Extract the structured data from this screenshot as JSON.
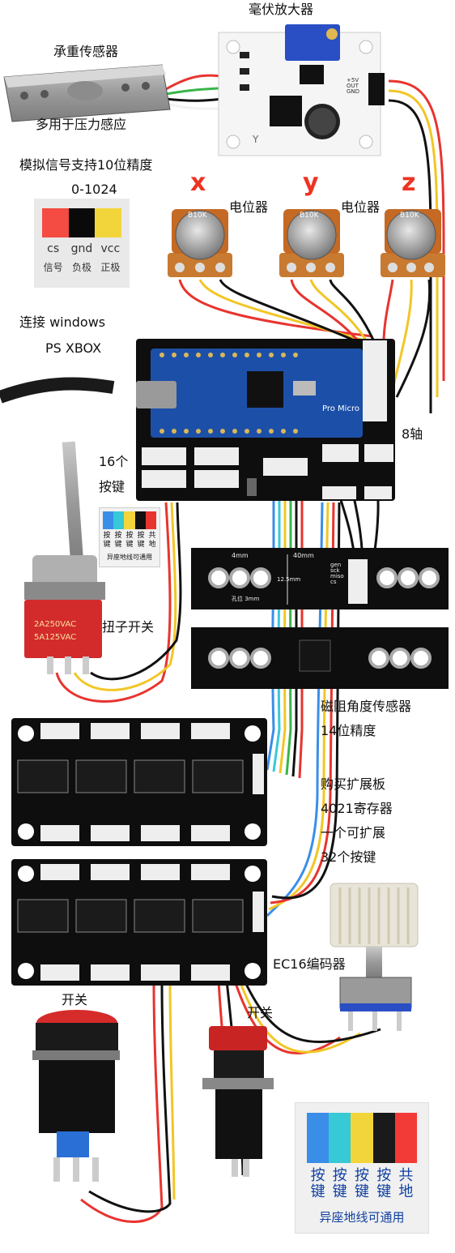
{
  "labels": {
    "amplifier": "毫伏放大器",
    "load_cell": "承重传感器",
    "pressure": "多用于压力感应",
    "analog": "模拟信号支持10位精度",
    "range": "0-1024",
    "pot1": "电位器",
    "pot2": "电位器",
    "axis_x": "x",
    "axis_y": "y",
    "axis_z": "z",
    "connect": "连接 windows",
    "platform": "PS XBOX",
    "keys16": "16个",
    "keys16b": "按键",
    "axis8": "8轴",
    "toggle": "扭子开关",
    "magnetic": "磁阻角度传感器",
    "precision14": "14位精度",
    "buy_ext": "购买扩展板",
    "reg4021": "4021寄存器",
    "one_ext": "一个可扩展",
    "keys32": "32个按键",
    "encoder": "EC16编码器",
    "switch1": "开关",
    "switch2": "开关",
    "pot_value": "B10K",
    "board_name": "Pro Micro",
    "toggle_rating1": "2A250VAC",
    "toggle_rating2": "5A125VAC",
    "mag_4mm": "4mm",
    "mag_40mm": "40mm",
    "mag_125": "12.5mm",
    "mag_hole": "孔位 3mm",
    "mag_pins": "gen sck miso cs",
    "amp_pins": "+5V OUT GND",
    "amp_y": "Y"
  },
  "legend_top": {
    "colors": [
      "#f44b43",
      "#0a0a0a",
      "#f2d53a"
    ],
    "pins": [
      "cs",
      "gnd",
      "vcc"
    ],
    "names": [
      "信号",
      "负极",
      "正极"
    ]
  },
  "legend_small": {
    "colors": [
      "#3a8ee8",
      "#36c9d7",
      "#f2d53a",
      "#111111",
      "#e8342f"
    ],
    "keys": [
      "按\n键",
      "按\n键",
      "按\n键",
      "按\n键",
      "共\n地"
    ],
    "note": "异座地线可通用"
  },
  "legend_big": {
    "colors": [
      "#3a8ee8",
      "#38c9d6",
      "#f2d53a",
      "#1a1a1a",
      "#f23a36"
    ],
    "keys": [
      "按键",
      "按键",
      "按键",
      "按键",
      "共地"
    ],
    "note": "异座地线可通用"
  },
  "colors": {
    "wire_red": "#e8342f",
    "wire_yellow": "#f2c626",
    "wire_black": "#111111",
    "wire_blue": "#3a8ee8",
    "wire_cyan": "#38c9d6",
    "wire_green": "#39b54a",
    "pcb": "#0d0d0d",
    "arduino": "#1c4fa8",
    "label_red": "#e32f22"
  }
}
